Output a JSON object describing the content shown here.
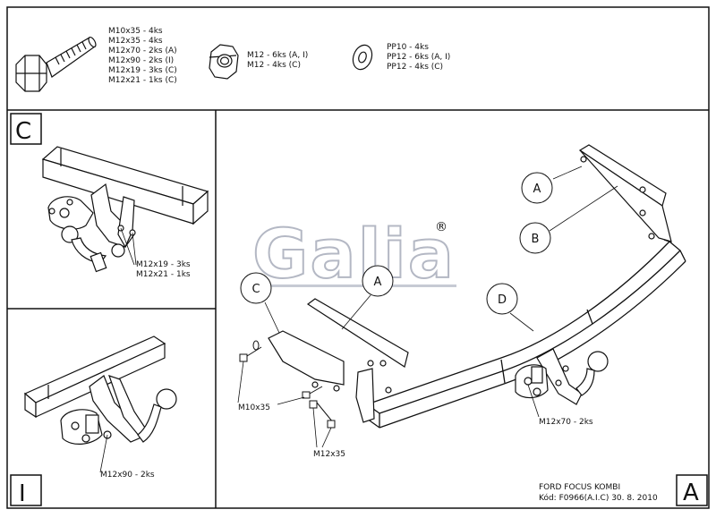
{
  "hardware": {
    "bolts": [
      "M10x35 - 4ks",
      "M12x35 - 4ks",
      "M12x70 - 2ks (A)",
      "M12x90 - 2ks (I)",
      "M12x19 - 3ks (C)",
      "M12x21 - 1ks (C)"
    ],
    "nuts": [
      "M12 - 6ks (A, I)",
      "M12 - 4ks (C)"
    ],
    "washers": [
      "PP10 - 4ks",
      "PP12 - 6ks (A, I)",
      "PP12 - 4ks (C)"
    ]
  },
  "panels": {
    "c": {
      "letter": "C",
      "labels": [
        "M12x19 - 3ks",
        "M12x21 - 1ks"
      ]
    },
    "i": {
      "letter": "I",
      "label": "M12x90 - 2ks"
    },
    "a": {
      "letter": "A",
      "callouts": {
        "a1": "A",
        "b": "B",
        "c": "C",
        "a2": "A",
        "d": "D"
      },
      "labels": {
        "m10x35": "M10x35",
        "m12x35": "M12x35",
        "m12x70": "M12x70 - 2ks"
      }
    }
  },
  "logo": {
    "text": "Galia",
    "mark": "®"
  },
  "title_block": {
    "model": "FORD FOCUS KOMBI",
    "code": "Kód: F0966(A.I.C)  30. 8. 2010"
  }
}
